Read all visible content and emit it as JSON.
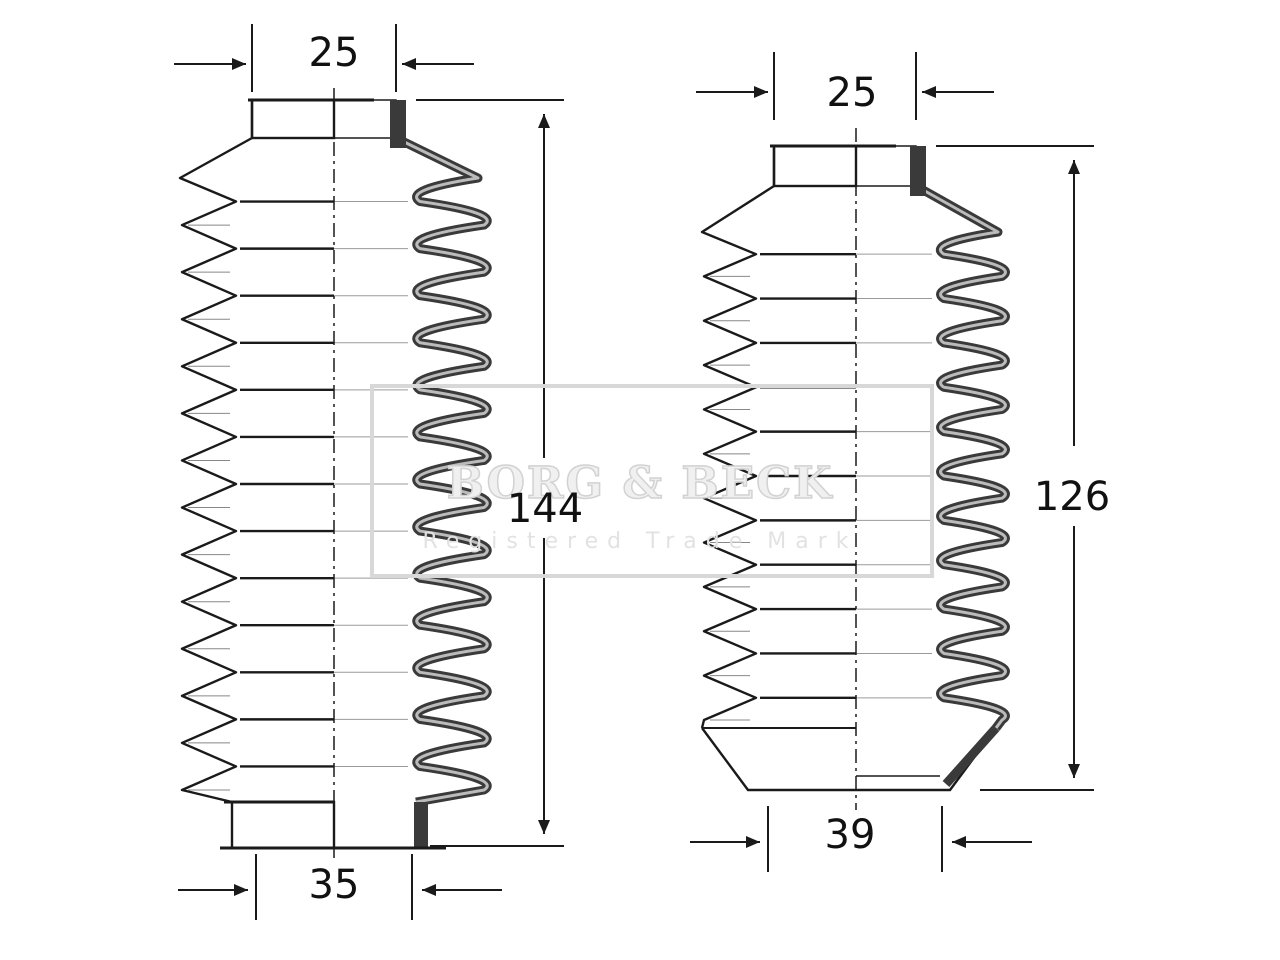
{
  "watermark": {
    "brand": "BORG & BECK",
    "tagline": "Registered Trade Mark"
  },
  "left_boot": {
    "top_dim": "25",
    "length_dim": "144",
    "bottom_dim": "35",
    "convolutions": 13
  },
  "right_boot": {
    "top_dim": "25",
    "length_dim": "126",
    "bottom_dim": "39",
    "convolutions": 11
  },
  "colors": {
    "line": "#1a1a1a",
    "section": "#3a3a3a",
    "watermark": "#d4d4d4"
  }
}
